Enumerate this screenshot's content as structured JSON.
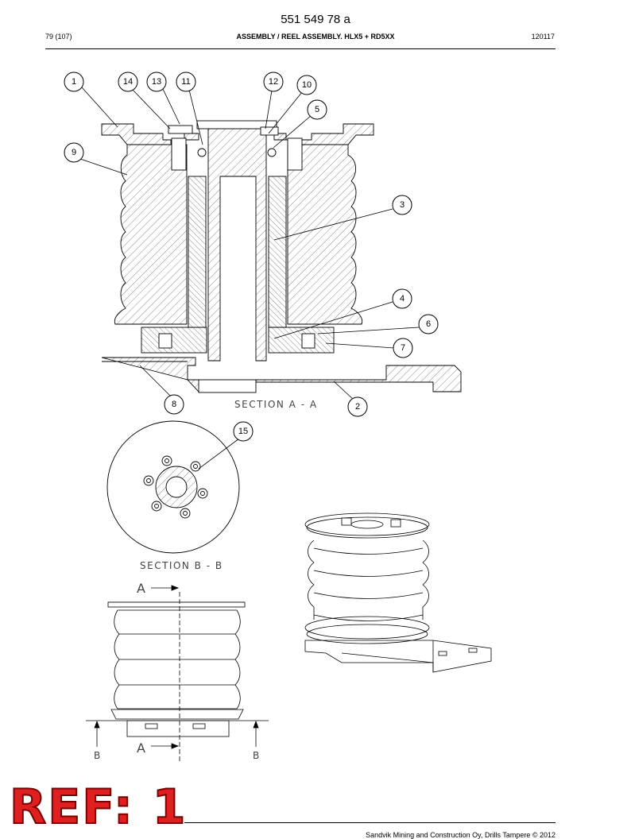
{
  "header": {
    "doc_number": "551 549 78 a",
    "page": "79 (107)",
    "title": "ASSEMBLY / REEL ASSEMBLY. HLX5 + RD5XX",
    "code": "120117"
  },
  "sections": {
    "a": "SECTION A - A",
    "b": "SECTION B - B",
    "marker_a": "A",
    "marker_b": "B"
  },
  "callouts": [
    "1",
    "14",
    "13",
    "11",
    "12",
    "10",
    "5",
    "9",
    "3",
    "4",
    "6",
    "7",
    "8",
    "2",
    "15"
  ],
  "stamp": "REF: 1",
  "footer": "Sandvik Mining and Construction Oy, Drills Tampere © 2012",
  "colors": {
    "stamp_red": "#e02020",
    "line": "#000000"
  }
}
